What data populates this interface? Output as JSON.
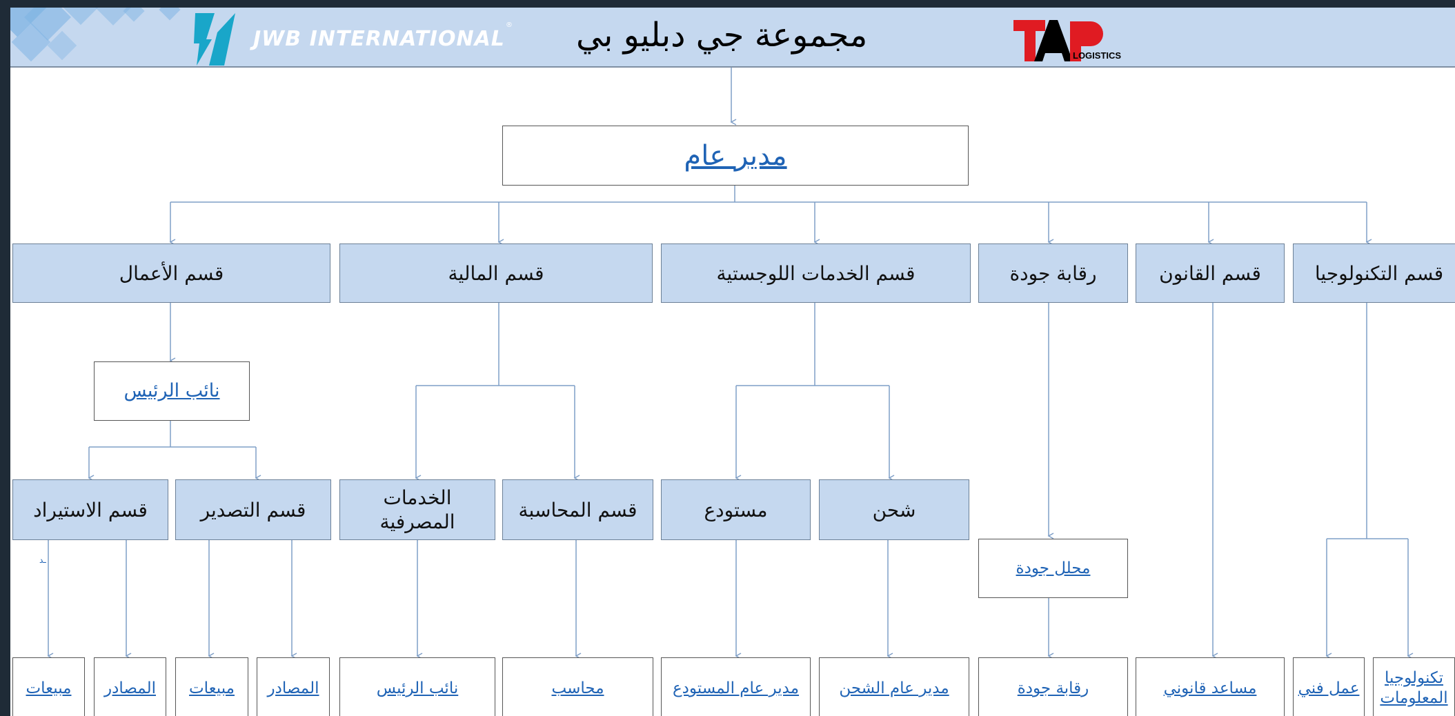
{
  "header": {
    "logo_text": "JWB INTERNATIONAL",
    "logo_reg": "®",
    "title": "مجموعة جي دبليو بي",
    "tap_logo_letters": "TAP",
    "tap_logo_sub": "LOGISTICS"
  },
  "org": {
    "gm": "مدير عام",
    "departments": {
      "business": "قسم الأعمال",
      "finance": "قسم المالية",
      "logistics": "قسم الخدمات اللوجستية",
      "quality": "رقابة جودة",
      "law": "قسم القانون",
      "tech": "قسم التكنولوجيا"
    },
    "vice_president": "نائب الرئيس",
    "sub_units": {
      "import": "قسم الاستيراد",
      "export": "قسم التصدير",
      "banking": "الخدمات المصرفية",
      "accounting": "قسم المحاسبة",
      "warehouse": "مستودع",
      "shipping": "شحن"
    },
    "quality_analyst": "محلل جودة",
    "stray_mark": "ـد",
    "bottom": {
      "import_sales": "مبيعات",
      "import_sources": "المصادر",
      "export_sales": "مبيعات",
      "export_sources": "المصادر",
      "banking_vp": "نائب الرئيس",
      "accountant": "محاسب",
      "warehouse_gm": "مدير عام المستودع",
      "shipping_gm": "مدير عام الشحن",
      "quality_control": "رقابة جودة",
      "legal_assistant": "مساعد قانوني",
      "technical_work": "عمل فني",
      "it": "تكنولوجيا المعلومات"
    }
  },
  "colors": {
    "header_bg": "#c5d8ef",
    "dept_box_bg": "#c5d8ef",
    "link": "#1f63b5",
    "connector": "#7f9fc7",
    "logo_teal": "#19a6c9",
    "tap_red": "#e01b22"
  }
}
